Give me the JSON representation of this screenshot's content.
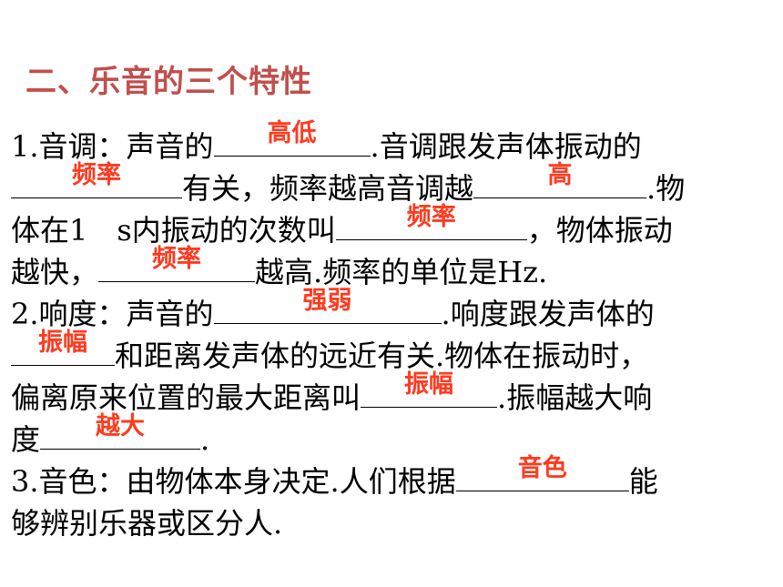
{
  "title": "二、乐音的三个特性",
  "lines": [
    {
      "t1": "1.音调：声音的",
      "a1": "高低",
      "t2": ".音调跟发声体振动的"
    },
    {
      "a1": "频率",
      "t1": "有关，频率越高音调越",
      "a2": "高",
      "t2": ".物"
    },
    {
      "t1": "体在1　s内振动的次数叫",
      "a1": "频率",
      "t2": "，物体振动"
    },
    {
      "t1": "越快，",
      "a1": "频率",
      "t2": "越高.频率的单位是Hz."
    },
    {
      "t1": "2.响度：声音的",
      "a1": "强弱",
      "t2": ".响度跟发声体的"
    },
    {
      "a1": "振幅",
      "t1": "和距离发声体的远近有关.物体在振动时，"
    },
    {
      "t1": "偏离原来位置的最大距离叫",
      "a1": "振幅",
      "t2": ".振幅越大响"
    },
    {
      "t1": "度",
      "a1": "越大",
      "t2": "."
    },
    {
      "t1": "3.音色：由物体本身决定.人们根据",
      "a1": "音色",
      "t2": "能"
    },
    {
      "t1": "够辨别乐器或区分人."
    }
  ]
}
